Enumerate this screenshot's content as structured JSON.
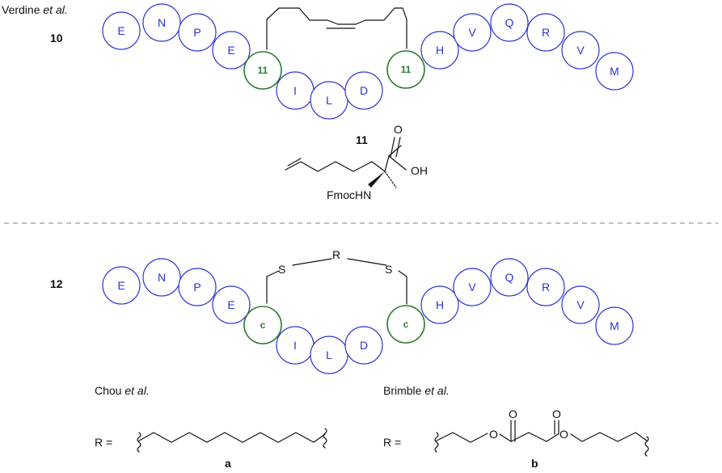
{
  "diagram": {
    "compound10": {
      "number": "10",
      "author_label": "Verdine ",
      "author_suffix": "et al.",
      "residues": [
        "E",
        "N",
        "P",
        "E",
        "11",
        "I",
        "L",
        "D",
        "11",
        "H",
        "V",
        "Q",
        "R",
        "V",
        "M"
      ],
      "modified_indices": [
        4,
        8
      ]
    },
    "compound11": {
      "number": "11",
      "oxygen": "O",
      "hydroxyl": "OH",
      "amine": "FmocHN"
    },
    "compound12": {
      "number": "12",
      "residues": [
        "E",
        "N",
        "P",
        "E",
        "c",
        "I",
        "L",
        "D",
        "c",
        "H",
        "V",
        "Q",
        "R",
        "V",
        "M"
      ],
      "modified_indices": [
        4,
        8
      ],
      "linker_s_left": "S",
      "linker_r": "R",
      "linker_s_right": "S"
    },
    "variant_a": {
      "author": "Chou ",
      "author_suffix": "et al.",
      "r_label": "R =",
      "letter": "a"
    },
    "variant_b": {
      "author": "Brimble ",
      "author_suffix": "et al.",
      "r_label": "R =",
      "oxygen": "O",
      "letter": "b"
    }
  }
}
